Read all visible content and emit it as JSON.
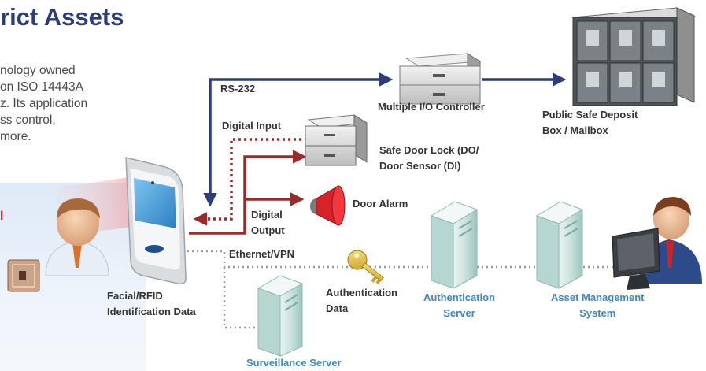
{
  "header": {
    "title": "rict Assets",
    "description_lines": [
      "nology owned",
      "on ISO 14443A",
      "z. Its application",
      "ss control,",
      "more."
    ],
    "side_letter": "l"
  },
  "colors": {
    "title": "#2b3d7a",
    "rs232_line": "#2b3d7a",
    "digital_line": "#9b2a2c",
    "network_line": "#9a9a9a",
    "blue_label": "#3b89c2",
    "panel": "#e6eff9"
  },
  "nodes": {
    "multiple_io": [
      "Multiple I/O Controller"
    ],
    "deposit_box": [
      "Public Safe Deposit",
      "Box / Mailbox"
    ],
    "safe_door": [
      "Safe Door Lock (DO/",
      "Door Sensor (DI)"
    ],
    "door_alarm": [
      "Door Alarm"
    ],
    "auth_server": [
      "Authentication",
      "Server"
    ],
    "asset_mgmt": [
      "Asset Management",
      "System"
    ],
    "surveillance": [
      "Surveillance Server"
    ],
    "facial": [
      "Facial/RFID",
      "Identification Data"
    ]
  },
  "links": {
    "rs232": "RS-232",
    "digital_input": "Digital Input",
    "digital_output": [
      "Digital",
      "Output"
    ],
    "ethernet": "Ethernet/VPN",
    "auth_data": [
      "Authentication",
      "Data"
    ]
  },
  "icons": {
    "terminal": "face-recognition-terminal-icon",
    "controller": "io-controller-box-icon",
    "lockers": "safe-deposit-lockers-icon",
    "drawer": "drawer-cabinet-icon",
    "alarm": "alarm-speaker-icon",
    "key": "key-icon",
    "server": "server-tower-icon",
    "user": "person-icon",
    "operator": "operator-at-computer-icon"
  }
}
